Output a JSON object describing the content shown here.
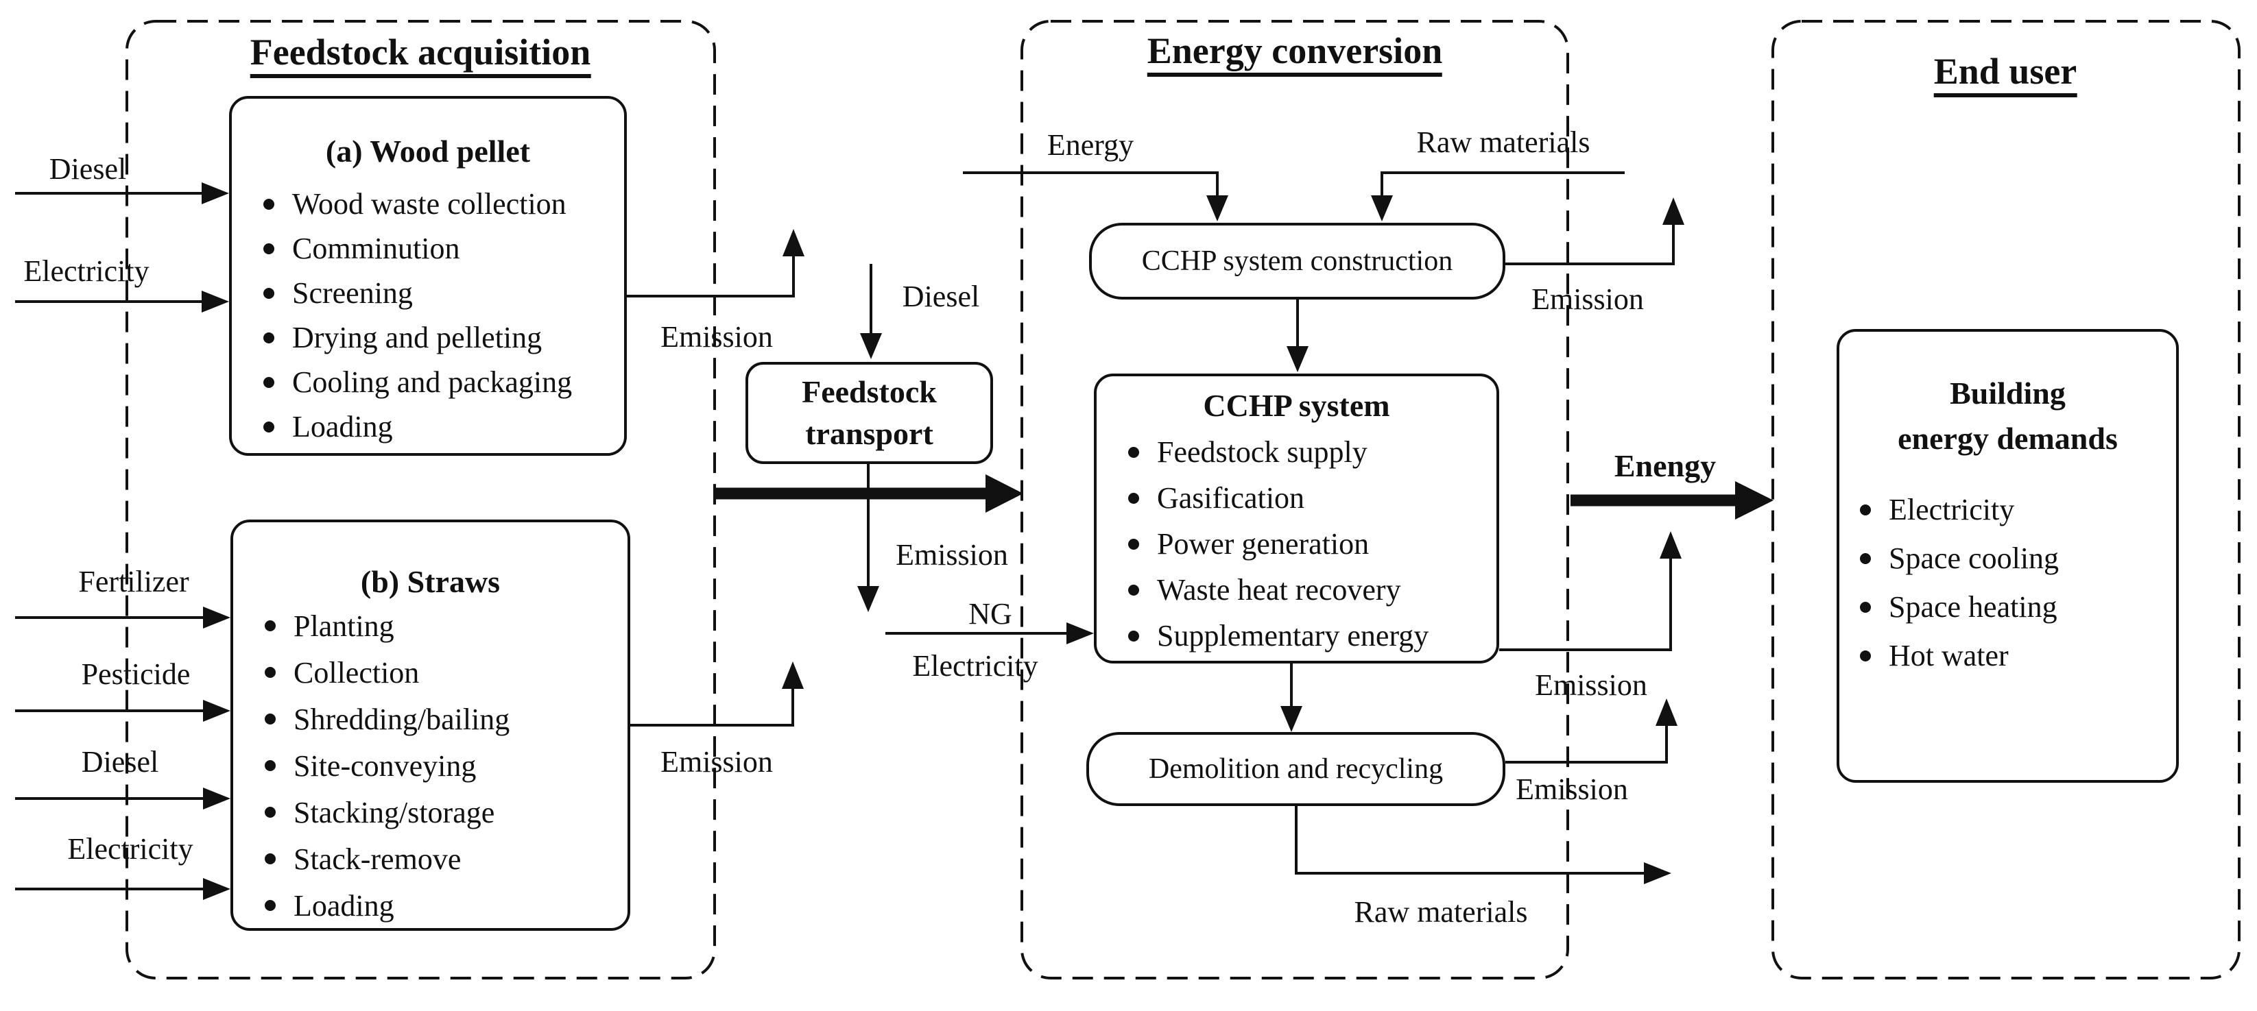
{
  "sections": {
    "feedstock_acquisition": {
      "title": "Feedstock acquisition"
    },
    "energy_conversion": {
      "title": "Energy conversion"
    },
    "end_user": {
      "title": "End user"
    }
  },
  "boxes": {
    "wood_pellet": {
      "title": "(a) Wood pellet",
      "items": [
        "Wood waste collection",
        "Comminution",
        "Screening",
        "Drying and pelleting",
        "Cooling and packaging",
        "Loading"
      ]
    },
    "straws": {
      "title": "(b) Straws",
      "items": [
        "Planting",
        "Collection",
        "Shredding/bailing",
        "Site-conveying",
        "Stacking/storage",
        "Stack-remove",
        "Loading"
      ]
    },
    "feedstock_transport": {
      "line1": "Feedstock",
      "line2": "transport"
    },
    "cchp_construction": {
      "title": "CCHP system construction"
    },
    "cchp_system": {
      "title": "CCHP system",
      "items": [
        "Feedstock supply",
        "Gasification",
        "Power generation",
        "Waste heat recovery",
        "Supplementary energy"
      ]
    },
    "demolition": {
      "title": "Demolition and recycling"
    },
    "building": {
      "line1": "Building",
      "line2": "energy demands",
      "items": [
        "Electricity",
        "Space cooling",
        "Space heating",
        "Hot water"
      ]
    }
  },
  "labels": {
    "diesel": "Diesel",
    "electricity": "Electricity",
    "fertilizer": "Fertilizer",
    "pesticide": "Pesticide",
    "emission": "Emission",
    "energy": "Energy",
    "raw_materials": "Raw materials",
    "ng": "NG",
    "enengy": "Enengy"
  },
  "colors": {
    "ink": "#111111",
    "background": "#ffffff"
  }
}
